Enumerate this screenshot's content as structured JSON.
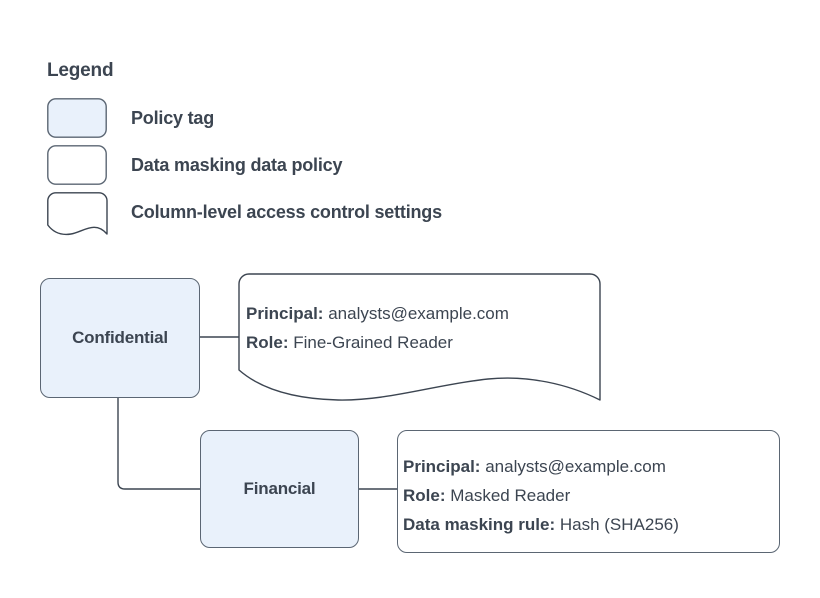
{
  "legend": {
    "title": "Legend",
    "items": [
      {
        "icon": "filled-rounded-rect-icon",
        "label": "Policy tag"
      },
      {
        "icon": "outline-rounded-rect-icon",
        "label": "Data masking data policy"
      },
      {
        "icon": "wavy-bottom-note-icon",
        "label": "Column-level access control settings"
      }
    ]
  },
  "diagram": {
    "nodes": [
      {
        "id": "confidential",
        "label": "Confidential"
      },
      {
        "id": "financial",
        "label": "Financial"
      }
    ],
    "callouts": [
      {
        "id": "confidential-access-settings",
        "shape": "wavy-bottom-note",
        "lines": [
          {
            "key": "Principal:",
            "value": "analysts@example.com"
          },
          {
            "key": "Role:",
            "value": "Fine-Grained Reader"
          }
        ]
      },
      {
        "id": "financial-masking-policy",
        "shape": "rounded-rect",
        "lines": [
          {
            "key": "Principal:",
            "value": "analysts@example.com"
          },
          {
            "key": "Role:",
            "value": "Masked Reader"
          },
          {
            "key": "Data masking rule:",
            "value": "Hash (SHA256)"
          }
        ]
      }
    ],
    "connectors": [
      {
        "from": "confidential",
        "to": "confidential-access-settings"
      },
      {
        "from": "confidential",
        "to": "financial"
      },
      {
        "from": "financial",
        "to": "financial-masking-policy"
      }
    ]
  },
  "colors": {
    "node_fill": "#e9f1fb",
    "stroke": "#5b6673",
    "text": "#3c4551",
    "background": "#ffffff"
  }
}
